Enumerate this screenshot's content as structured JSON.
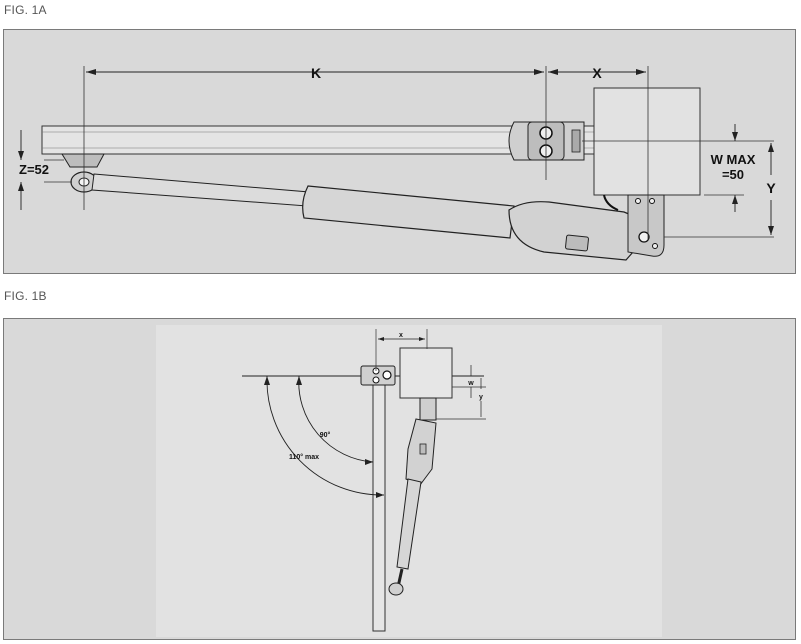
{
  "figures": {
    "fig_1a": {
      "caption": "FIG. 1A",
      "dimensions": {
        "k": "K",
        "x": "X",
        "y": "Y",
        "z": "Z=52",
        "w_max_line1": "W MAX",
        "w_max_line2": "=50"
      }
    },
    "fig_1b": {
      "caption": "FIG. 1B",
      "labels": {
        "x": "x",
        "w": "w",
        "y": "y",
        "angle_90": "90°",
        "angle_110": "110° max"
      }
    }
  },
  "colors": {
    "panel_background": "#d9d9d9",
    "inner_background": "#e2e2e2",
    "line": "#222222",
    "part_fill": "#dcdcdc"
  }
}
